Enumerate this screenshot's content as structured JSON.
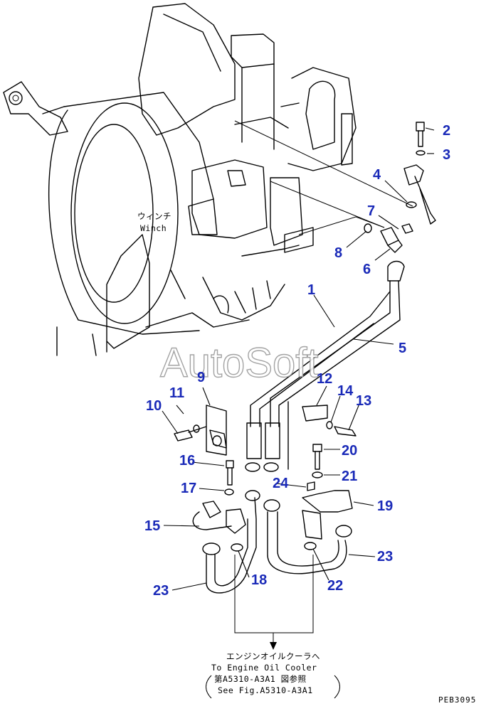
{
  "colors": {
    "callout": "#1a2ab8",
    "line": "#000000",
    "watermark_stroke": "#9a9a9a"
  },
  "winch_label": {
    "jp": "ウィンチ",
    "en": "Winch"
  },
  "watermark": "AutoSoft",
  "callouts": [
    {
      "num": "1"
    },
    {
      "num": "2"
    },
    {
      "num": "3"
    },
    {
      "num": "4"
    },
    {
      "num": "5"
    },
    {
      "num": "6"
    },
    {
      "num": "7"
    },
    {
      "num": "8"
    },
    {
      "num": "9"
    },
    {
      "num": "10"
    },
    {
      "num": "11"
    },
    {
      "num": "12"
    },
    {
      "num": "13"
    },
    {
      "num": "14"
    },
    {
      "num": "15"
    },
    {
      "num": "16"
    },
    {
      "num": "17"
    },
    {
      "num": "18"
    },
    {
      "num": "19"
    },
    {
      "num": "20"
    },
    {
      "num": "21"
    },
    {
      "num": "22"
    },
    {
      "num": "23"
    },
    {
      "num": "23"
    },
    {
      "num": "24"
    }
  ],
  "note": {
    "line1": "エンジンオイルクーラへ",
    "line2": "To Engine Oil Cooler",
    "line3": "第A5310-A3A1 図参照",
    "line4": "See Fig.A5310-A3A1"
  },
  "figure_code": "PEB3095"
}
